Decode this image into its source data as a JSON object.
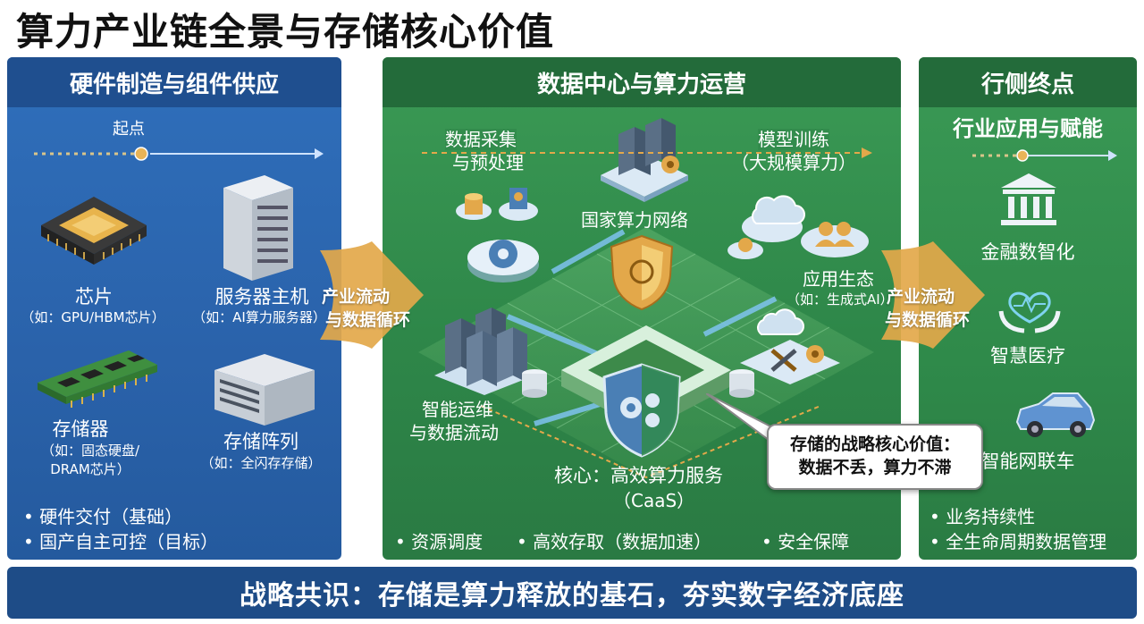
{
  "title": "算力产业链全景与存储核心价值",
  "left": {
    "header": "硬件制造与组件供应",
    "start_label": "起点",
    "chip": {
      "name": "芯片",
      "example": "（如：GPU/HBM芯片）"
    },
    "server": {
      "name": "服务器主机",
      "example": "（如：AI算力服务器）"
    },
    "memory": {
      "name": "存储器",
      "example_1": "（如：固态硬盘/",
      "example_2": "DRAM芯片）"
    },
    "array": {
      "name": "存储阵列",
      "example": "（如：全闪存存储）"
    },
    "bullets": [
      "• 硬件交付（基础）",
      "• 国产自主可控（目标）"
    ]
  },
  "flow1": {
    "line1": "产业流动",
    "line2": "与数据循环"
  },
  "flow2": {
    "line1": "产业流动",
    "line2": "与数据循环"
  },
  "middle": {
    "header": "数据中心与算力运营",
    "collect_1": "数据采集",
    "collect_2": "与预处理",
    "train_1": "模型训练",
    "train_2": "（大规模算力）",
    "network": "国家算力网络",
    "eco_1": "应用生态",
    "eco_2": "（如：生成式AI）",
    "ops_1": "智能运维",
    "ops_2": "与数据流动",
    "core_1": "核心：高效算力服务",
    "core_2": "（CaaS）",
    "bullets": [
      "• 资源调度",
      "• 高效存取（数据加速）",
      "• 安全保障"
    ]
  },
  "callout": {
    "line1": "存储的战略核心价值：",
    "line2": "数据不丢，算力不滞"
  },
  "right": {
    "header": "行侧终点",
    "subheader": "行业应用与赋能",
    "finance": "金融数智化",
    "health": "智慧医疗",
    "car": "智能网联车",
    "bullets": [
      "• 业务持续性",
      "• 全生命周期数据管理"
    ]
  },
  "footer": "战略共识：存储是算力释放的基石，夯实数字经济底座",
  "colors": {
    "blue_panel": "#2a62aa",
    "green_panel": "#2e8749",
    "footer": "#1e4c87",
    "gold": "#e3a84a"
  }
}
